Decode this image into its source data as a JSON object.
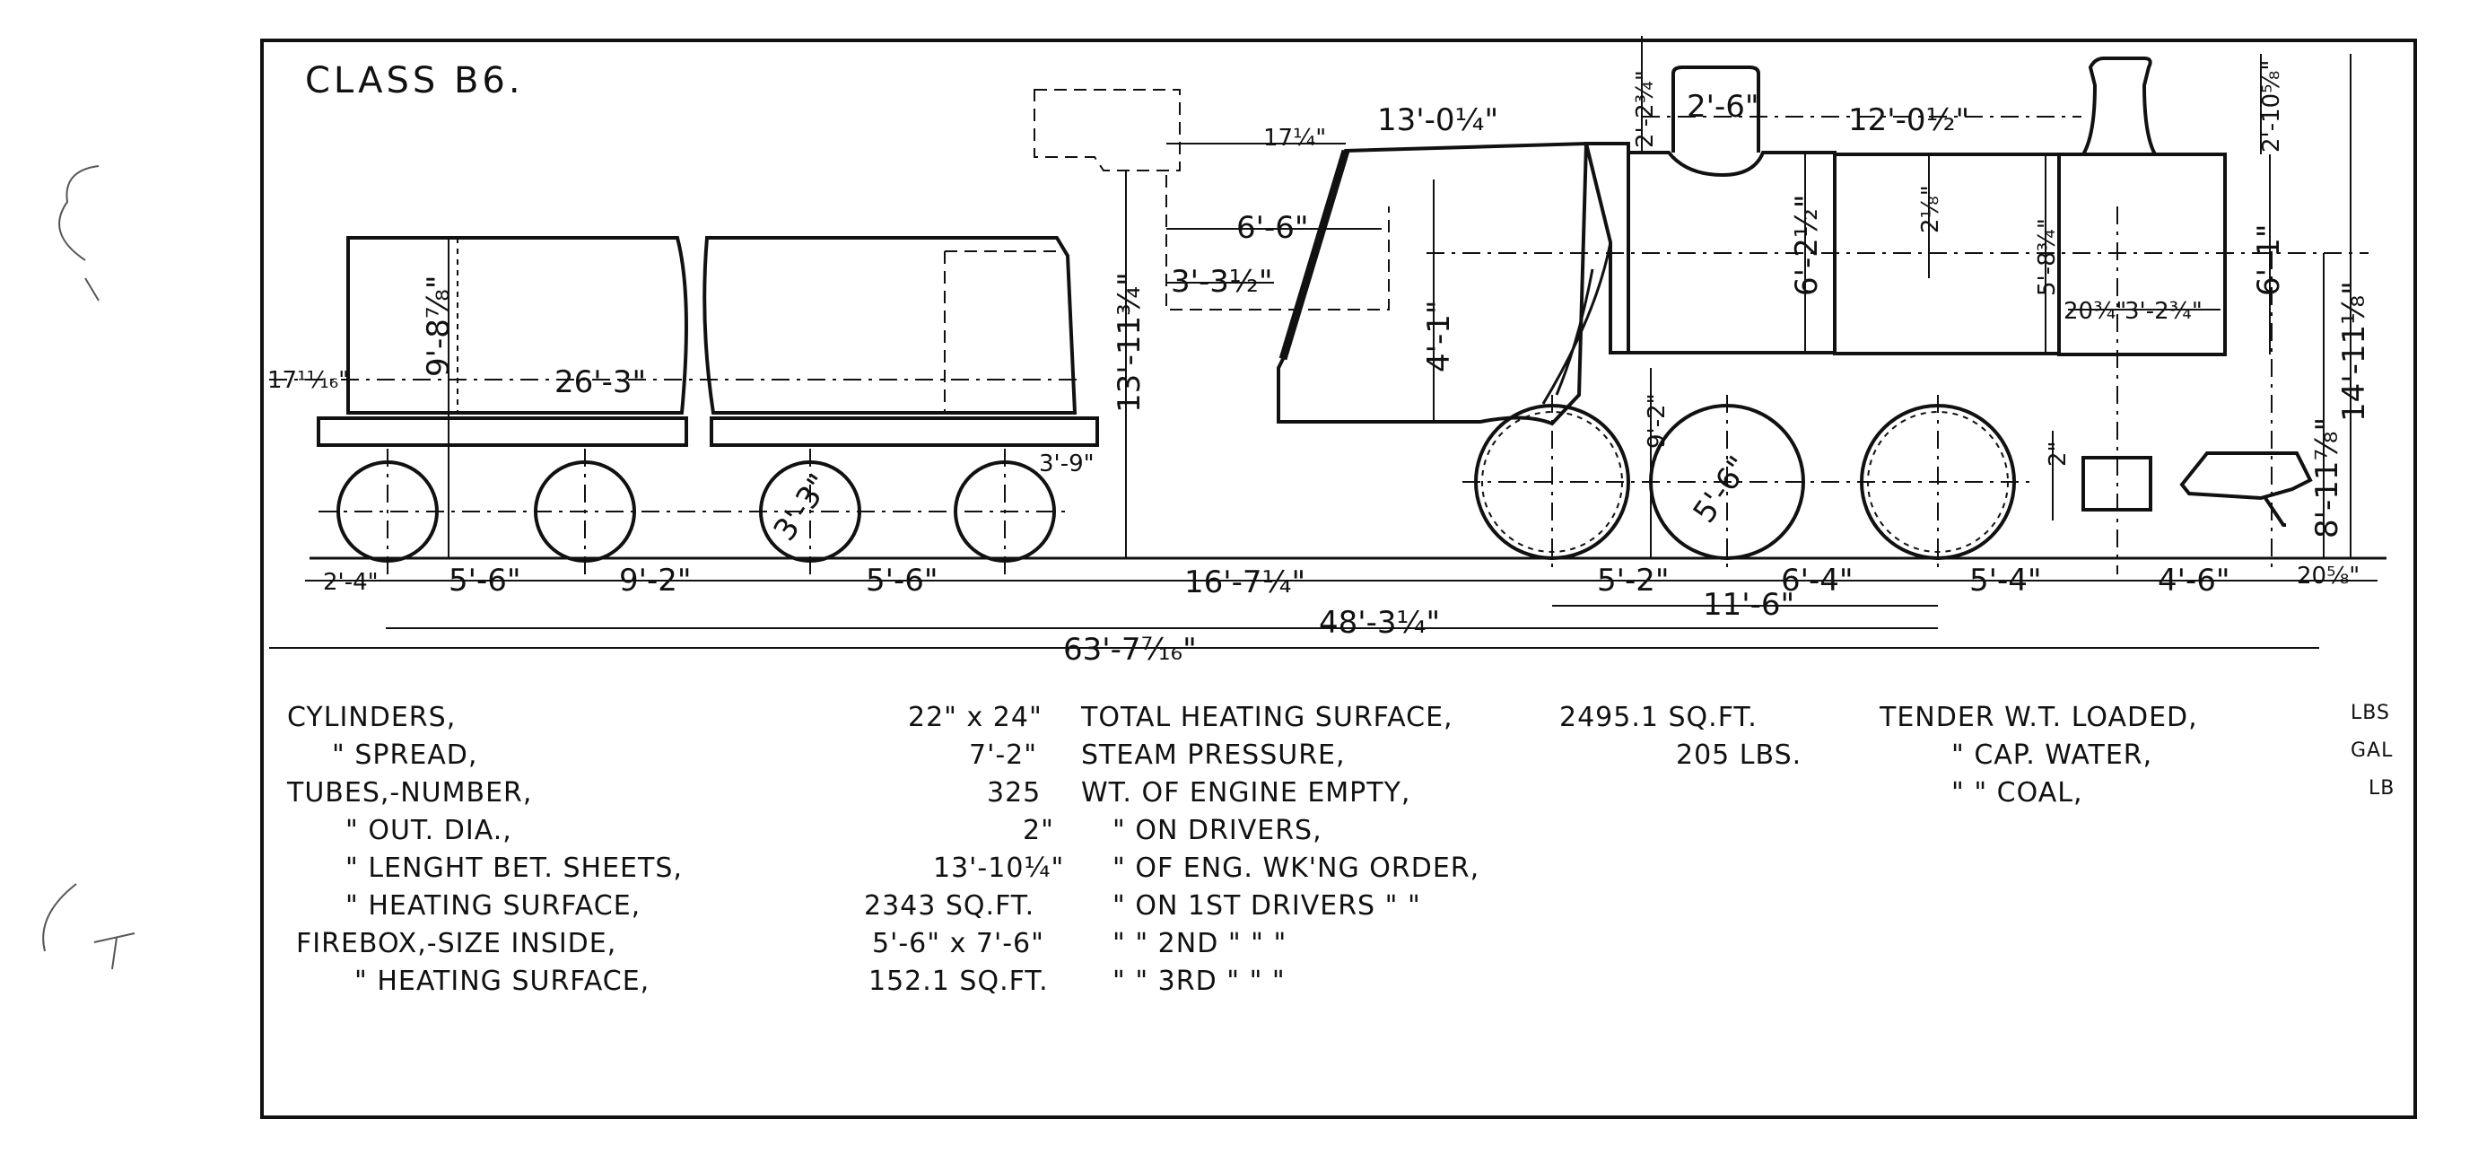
{
  "title": "CLASS B6.",
  "dimensions": {
    "top_firebox_len": "13'-0¼\"",
    "top_dome": "2'-6\"",
    "top_boiler": "12'-0½\"",
    "dome_height": "2'-2¾\"",
    "stack_height": "2'-10⅝\"",
    "firebox_17": "17¼\"",
    "cab_66": "6'-6\"",
    "cab_33": "3'-3½\"",
    "cab_height": "13'-11¾\"",
    "firebox_41": "4'-1\"",
    "boiler_dia": "6'-2½\"",
    "boiler_218": "2⅛\"",
    "smokebox_58": "5'-8¾\"",
    "smokebox_61": "6'-1\"",
    "cyl_203": "20¾\"",
    "cyl_32": "3'-2¾\"",
    "total_height": "14'-11⅛\"",
    "height_811": "8'-11⅞\"",
    "wheel_92": "9'-2\"",
    "driver_dia": "5'-6\"",
    "pilot_2": "2\"",
    "tender_height": "9'-8⅞\"",
    "tender_width": "26'-3\"",
    "tender_17": "17¹¹⁄₁₆\"",
    "tender_wheel_dia": "3'-3\"",
    "tender_wheel_39": "3'-9\"",
    "b_24": "2'-4\"",
    "b_56a": "5'-6\"",
    "b_92": "9'-2\"",
    "b_56b": "5'-6\"",
    "b_167": "16'-7¼\"",
    "b_52": "5'-2\"",
    "b_64": "6'-4\"",
    "b_54": "5'-4\"",
    "b_46": "4'-6\"",
    "b_208": "20⅝\"",
    "wb_116": "11'-6\"",
    "wb_483": "48'-3¼\"",
    "overall": "63'-7⁷⁄₁₆\""
  },
  "specs": {
    "col1": [
      {
        "label": "CYLINDERS,",
        "value": "22\" x 24\""
      },
      {
        "label": "\"        SPREAD,",
        "value": "7'-2\""
      },
      {
        "label": "TUBES,-NUMBER,",
        "value": "325"
      },
      {
        "label": "\"        OUT. DIA.,",
        "value": "2\""
      },
      {
        "label": "\"        LENGHT BET. SHEETS,",
        "value": "13'-10¼\""
      },
      {
        "label": "\"        HEATING SURFACE,",
        "value": "2343 SQ.FT."
      },
      {
        "label": "FIREBOX,-SIZE INSIDE,",
        "value": "5'-6\" x 7'-6\""
      },
      {
        "label": "\"        HEATING SURFACE,",
        "value": "152.1 SQ.FT."
      }
    ],
    "col2": [
      {
        "label": "TOTAL HEATING SURFACE,",
        "value": "2495.1 SQ.FT."
      },
      {
        "label": "STEAM PRESSURE,",
        "value": "205 LBS."
      },
      {
        "label": "WT. OF ENGINE EMPTY,",
        "value": ""
      },
      {
        "label": "\"   ON DRIVERS,",
        "value": ""
      },
      {
        "label": "\"   OF ENG. WK'NG ORDER,",
        "value": ""
      },
      {
        "label": "\"   ON 1ST DRIVERS \"     \"",
        "value": ""
      },
      {
        "label": "\"   \" 2ND     \"     \"     \"",
        "value": ""
      },
      {
        "label": "\"   \" 3RD     \"     \"     \"",
        "value": ""
      }
    ],
    "col3": [
      {
        "label": "TENDER W.T. LOADED,",
        "value": "LBS"
      },
      {
        "label": "\"     CAP. WATER,",
        "value": "GAL"
      },
      {
        "label": "\"     \"     COAL,",
        "value": "LB"
      }
    ]
  }
}
